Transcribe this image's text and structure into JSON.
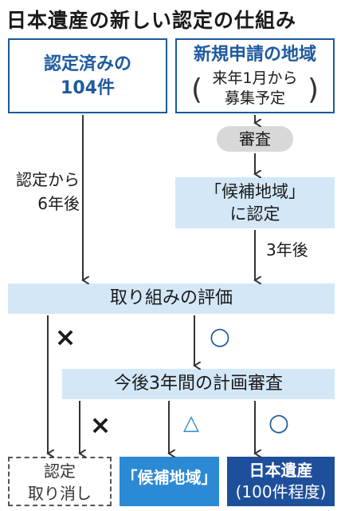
{
  "title": "日本遺産の新しい認定の仕組み",
  "left_box": {
    "line1": "認定済みの",
    "line2": "104件"
  },
  "right_box": {
    "line1": "新規申請の地域",
    "paren_line1": "来年1月から",
    "paren_line2": "募集予定"
  },
  "review": "審査",
  "left_note": {
    "line1": "認定から",
    "line2": "6年後"
  },
  "candidate_box": {
    "line1": "「候補地域」",
    "line2": "に認定"
  },
  "three_years_later": "3年後",
  "evaluation": "取り組みの評価",
  "plan_review": "今後3年間の計画審査",
  "marks": {
    "cross": "×",
    "circle": "○",
    "triangle": "△"
  },
  "results": {
    "revoke": {
      "line1": "認定",
      "line2": "取り消し"
    },
    "candidate": "「候補地域」",
    "heritage": {
      "line1": "日本遺産",
      "line2": "(100件程度)"
    }
  },
  "colors": {
    "blue": "#1e5a9e",
    "light_blue_fill": "#d3e7f7",
    "mid_blue": "#2c8ad4",
    "dark_blue": "#1e4f9a",
    "gray": "#d8d8d8"
  }
}
